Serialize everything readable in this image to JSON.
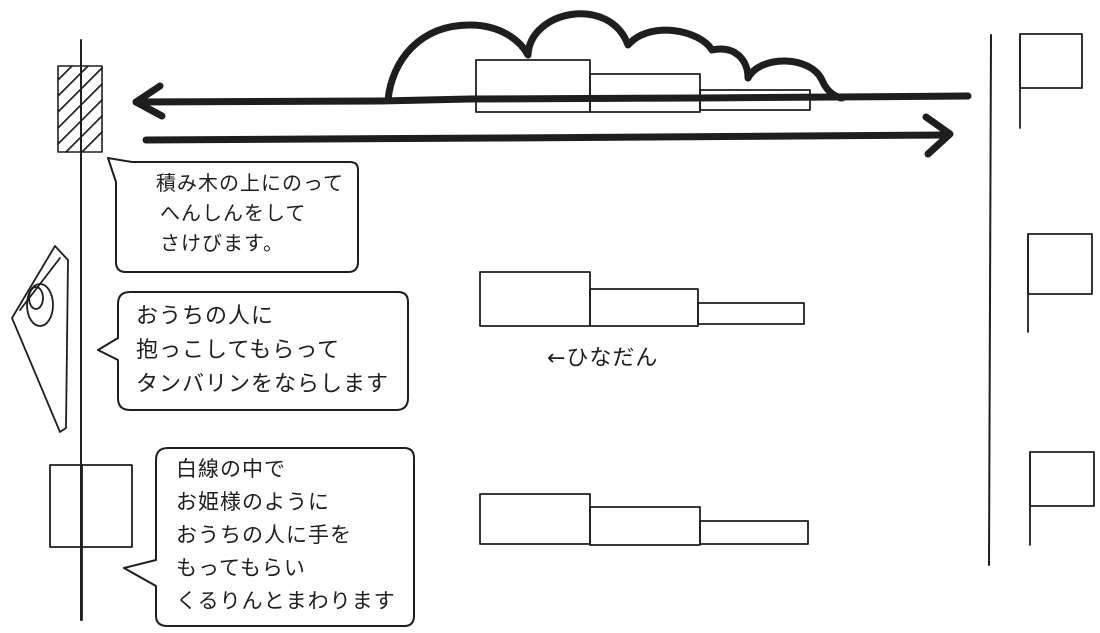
{
  "notes": {
    "blocks": [
      "積み木の上にのって",
      "へんしんをして",
      "さけびます。"
    ],
    "tambourine": [
      "おうちの人に",
      "抱っこしてもらって",
      "タンバリンをならします"
    ],
    "princess": [
      "白線の中で",
      "お姫様のように",
      "おうちの人に手を",
      "もってもらい",
      "くるりんとまわります"
    ]
  },
  "hinadan_label": "←ひなだん",
  "icons": [
    "arrow-left",
    "arrow-right",
    "jump-path",
    "flag",
    "tambourine",
    "hatched-post"
  ],
  "colors": {
    "ink": "#1e1e1e",
    "paper": "#ffffff"
  }
}
